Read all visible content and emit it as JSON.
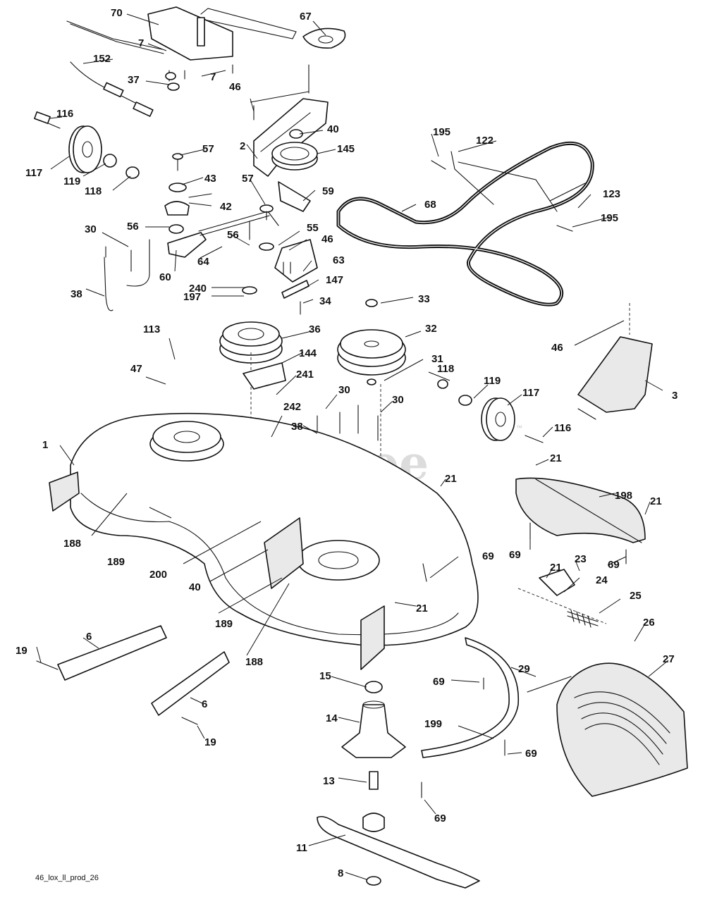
{
  "watermark": {
    "text": "PartsTree",
    "mark": "™"
  },
  "footer_code": "46_lox_ll_prod_26",
  "callouts": [
    {
      "id": "c70a",
      "text": "70"
    },
    {
      "id": "c67",
      "text": "67"
    },
    {
      "id": "c7a",
      "text": "7"
    },
    {
      "id": "c7b",
      "text": "7"
    },
    {
      "id": "c152",
      "text": "152"
    },
    {
      "id": "c37",
      "text": "37"
    },
    {
      "id": "c46a",
      "text": "46"
    },
    {
      "id": "c116a",
      "text": "116"
    },
    {
      "id": "c40a",
      "text": "40"
    },
    {
      "id": "c195a",
      "text": "195"
    },
    {
      "id": "c122",
      "text": "122"
    },
    {
      "id": "c2",
      "text": "2"
    },
    {
      "id": "c145",
      "text": "145"
    },
    {
      "id": "c57a",
      "text": "57"
    },
    {
      "id": "c117a",
      "text": "117"
    },
    {
      "id": "c119a",
      "text": "119"
    },
    {
      "id": "c118a",
      "text": "118"
    },
    {
      "id": "c43",
      "text": "43"
    },
    {
      "id": "c57b",
      "text": "57"
    },
    {
      "id": "c59",
      "text": "59"
    },
    {
      "id": "c123",
      "text": "123"
    },
    {
      "id": "c42",
      "text": "42"
    },
    {
      "id": "c68",
      "text": "68"
    },
    {
      "id": "c195b",
      "text": "195"
    },
    {
      "id": "c30a",
      "text": "30"
    },
    {
      "id": "c56a",
      "text": "56"
    },
    {
      "id": "c55",
      "text": "55"
    },
    {
      "id": "c56b",
      "text": "56"
    },
    {
      "id": "c46b",
      "text": "46"
    },
    {
      "id": "c64",
      "text": "64"
    },
    {
      "id": "c60",
      "text": "60"
    },
    {
      "id": "c63",
      "text": "63"
    },
    {
      "id": "c38a",
      "text": "38"
    },
    {
      "id": "c240",
      "text": "240"
    },
    {
      "id": "c147",
      "text": "147"
    },
    {
      "id": "c34",
      "text": "34"
    },
    {
      "id": "c197",
      "text": "197"
    },
    {
      "id": "c33",
      "text": "33"
    },
    {
      "id": "c36",
      "text": "36"
    },
    {
      "id": "c32",
      "text": "32"
    },
    {
      "id": "c113",
      "text": "113"
    },
    {
      "id": "c46c",
      "text": "46"
    },
    {
      "id": "c144",
      "text": "144"
    },
    {
      "id": "c47",
      "text": "47"
    },
    {
      "id": "c241",
      "text": "241"
    },
    {
      "id": "c31",
      "text": "31"
    },
    {
      "id": "c118b",
      "text": "118"
    },
    {
      "id": "c119b",
      "text": "119"
    },
    {
      "id": "c3",
      "text": "3"
    },
    {
      "id": "c30b",
      "text": "30"
    },
    {
      "id": "c117b",
      "text": "117"
    },
    {
      "id": "c30c",
      "text": "30"
    },
    {
      "id": "c242",
      "text": "242"
    },
    {
      "id": "c38b",
      "text": "38"
    },
    {
      "id": "c116b",
      "text": "116"
    },
    {
      "id": "c1",
      "text": "1"
    },
    {
      "id": "c21a",
      "text": "21"
    },
    {
      "id": "c21b",
      "text": "21"
    },
    {
      "id": "c198",
      "text": "198"
    },
    {
      "id": "c21c",
      "text": "21"
    },
    {
      "id": "c188a",
      "text": "188"
    },
    {
      "id": "c189a",
      "text": "189"
    },
    {
      "id": "c200",
      "text": "200"
    },
    {
      "id": "c69a",
      "text": "69"
    },
    {
      "id": "c69b",
      "text": "69"
    },
    {
      "id": "c21d",
      "text": "21"
    },
    {
      "id": "c23",
      "text": "23"
    },
    {
      "id": "c69c",
      "text": "69"
    },
    {
      "id": "c40b",
      "text": "40"
    },
    {
      "id": "c24",
      "text": "24"
    },
    {
      "id": "c25",
      "text": "25"
    },
    {
      "id": "c21e",
      "text": "21"
    },
    {
      "id": "c189b",
      "text": "189"
    },
    {
      "id": "c26",
      "text": "26"
    },
    {
      "id": "c6a",
      "text": "6"
    },
    {
      "id": "c188b",
      "text": "188"
    },
    {
      "id": "c27",
      "text": "27"
    },
    {
      "id": "c19a",
      "text": "19"
    },
    {
      "id": "c29",
      "text": "29"
    },
    {
      "id": "c15",
      "text": "15"
    },
    {
      "id": "c69d",
      "text": "69"
    },
    {
      "id": "c6b",
      "text": "6"
    },
    {
      "id": "c14",
      "text": "14"
    },
    {
      "id": "c199",
      "text": "199"
    },
    {
      "id": "c19b",
      "text": "19"
    },
    {
      "id": "c69e",
      "text": "69"
    },
    {
      "id": "c13",
      "text": "13"
    },
    {
      "id": "c69f",
      "text": "69"
    },
    {
      "id": "c11",
      "text": "11"
    },
    {
      "id": "c8",
      "text": "8"
    }
  ]
}
